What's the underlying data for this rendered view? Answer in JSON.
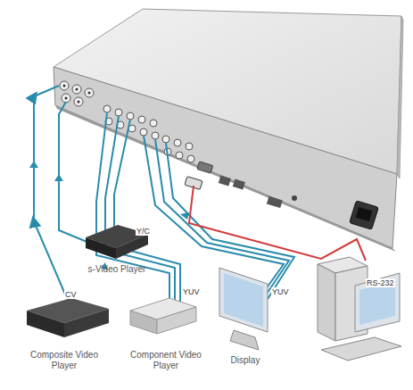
{
  "diagram": {
    "nodes": [
      {
        "text": [
          "s-Video Player"
        ]
      },
      {
        "text": [
          "Composite Video Player"
        ]
      },
      {
        "text": [
          "Component Video Player"
        ]
      },
      {
        "text": [
          "Display"
        ]
      }
    ],
    "labels": [
      "Y/C",
      "CV",
      "YUV",
      "YUV",
      "RS-232"
    ]
  }
}
